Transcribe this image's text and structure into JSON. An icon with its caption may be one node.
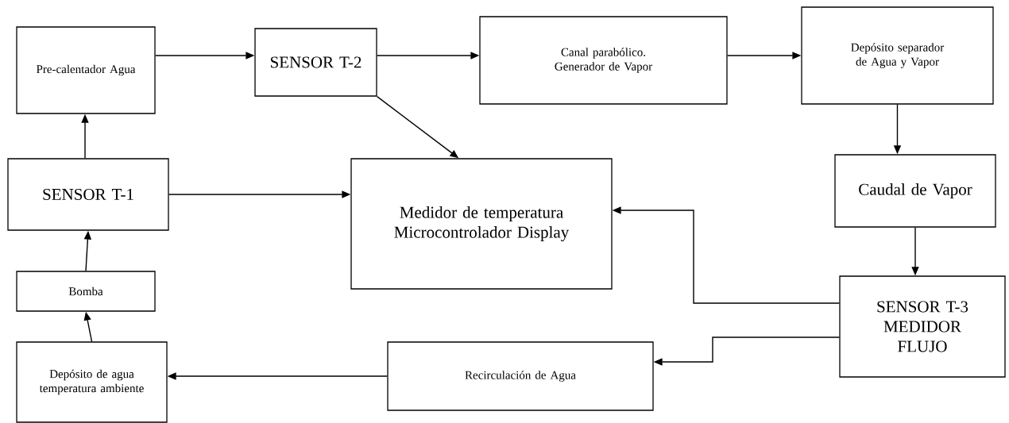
{
  "diagram": {
    "nodes": [
      {
        "text": [
          "Pre-calentador Agua"
        ]
      },
      {
        "text": [
          "SENSOR T-2"
        ]
      },
      {
        "text": [
          "Canal parabólico. Generador de Vapor"
        ]
      },
      {
        "text": [
          "Depósito separador de Agua y Vapor"
        ]
      },
      {
        "text": [
          "SENSOR T-1"
        ]
      },
      {
        "text": [
          "Medidor de temperatura Microcontrolador Display"
        ]
      },
      {
        "text": [
          "Caudal de Vapor"
        ]
      },
      {
        "text": [
          "Bomba"
        ]
      },
      {
        "text": [
          "SENSOR T-3 MEDIDOR FLUJO"
        ]
      },
      {
        "text": [
          "Depósito de agua temperatura ambiente"
        ]
      },
      {
        "text": [
          "Recirculación de Agua"
        ]
      }
    ],
    "edges": [
      {
        "from": 0,
        "to": 1,
        "arrow": "to"
      },
      {
        "from": 1,
        "to": 2,
        "arrow": "to"
      },
      {
        "from": 2,
        "to": 3,
        "arrow": "to"
      },
      {
        "from": 3,
        "to": 6,
        "arrow": "to"
      },
      {
        "from": 6,
        "to": 8,
        "arrow": "to"
      },
      {
        "from": 1,
        "to": 5,
        "arrow": "to"
      },
      {
        "from": 4,
        "to": 5,
        "arrow": "to"
      },
      {
        "from": 4,
        "to": 0,
        "arrow": "to"
      },
      {
        "from": 7,
        "to": 4,
        "arrow": "to"
      },
      {
        "from": 9,
        "to": 7,
        "arrow": "to"
      },
      {
        "from": 8,
        "to": 5,
        "arrow": "to"
      },
      {
        "from": 8,
        "to": 10,
        "arrow": "to"
      },
      {
        "from": 10,
        "to": 9,
        "arrow": "to"
      }
    ]
  }
}
